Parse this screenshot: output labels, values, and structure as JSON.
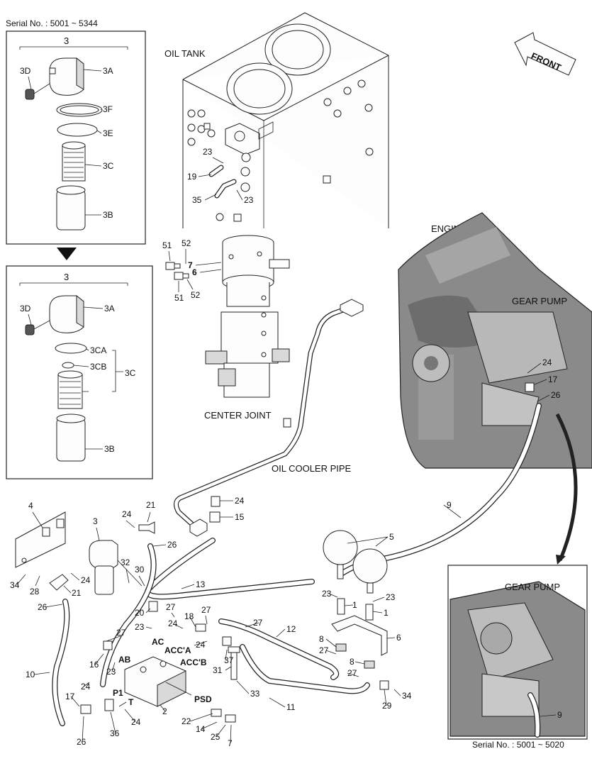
{
  "serial_top": "Serial No. : 5001 ~ 5344",
  "serial_bottom": "Serial No. : 5001 ~ 5020",
  "section_titles": {
    "oil_tank": "OIL TANK",
    "engine": "ENGINE",
    "gear_pump": "GEAR PUMP",
    "center_joint": "CENTER JOINT",
    "oil_cooler_pipe": "OIL COOLER PIPE",
    "gear_pump_inset": "GEAR PUMP",
    "front": "FRONT"
  },
  "filter_box_1": {
    "title": "3",
    "labels": [
      "3D",
      "3A",
      "3F",
      "3E",
      "3C",
      "3B"
    ]
  },
  "filter_box_2": {
    "title": "3",
    "labels": [
      "3D",
      "3A",
      "3CA",
      "3CB",
      "3C",
      "3B"
    ]
  },
  "tank_labels": [
    "23",
    "19",
    "35",
    "23"
  ],
  "center_joint_labels": [
    "51",
    "52",
    "7",
    "6",
    "51",
    "52"
  ],
  "engine_labels": [
    "24",
    "17",
    "26"
  ],
  "main_labels": {
    "l4": "4",
    "l3": "3",
    "l24a": "24",
    "l21a": "21",
    "l26a": "26",
    "l24b": "24",
    "l15": "15",
    "l9": "9",
    "l5": "5",
    "l34a": "34",
    "l28": "28",
    "l24c": "24",
    "l21b": "21",
    "l32": "32",
    "l30": "30",
    "l13": "13",
    "l26b": "26",
    "l23a": "23",
    "l1a": "1",
    "l23b": "23",
    "l1b": "1",
    "l20": "20",
    "l27a": "27",
    "l18": "18",
    "l27b": "27",
    "l23c": "23",
    "l24d": "24",
    "l12": "12",
    "l27c": "27",
    "l27d": "27",
    "AC": "AC",
    "ACC_A": "ACC'A",
    "l24e": "24",
    "ACC_B": "ACC'B",
    "l37": "37",
    "l8a": "8",
    "l6": "6",
    "l16": "16",
    "AB": "AB",
    "l23d": "23",
    "l27e": "27",
    "l8b": "8",
    "l31": "31",
    "l27f": "27",
    "l10": "10",
    "l24f": "24",
    "P1": "P1",
    "T": "T",
    "l29": "29",
    "l34b": "34",
    "l33": "33",
    "l11": "11",
    "l17": "17",
    "l2": "2",
    "PSD": "PSD",
    "l22": "22",
    "l14": "14",
    "l36": "36",
    "l24g": "24",
    "l25": "25",
    "l26c": "26",
    "l7": "7"
  },
  "inset_labels": [
    "9"
  ]
}
